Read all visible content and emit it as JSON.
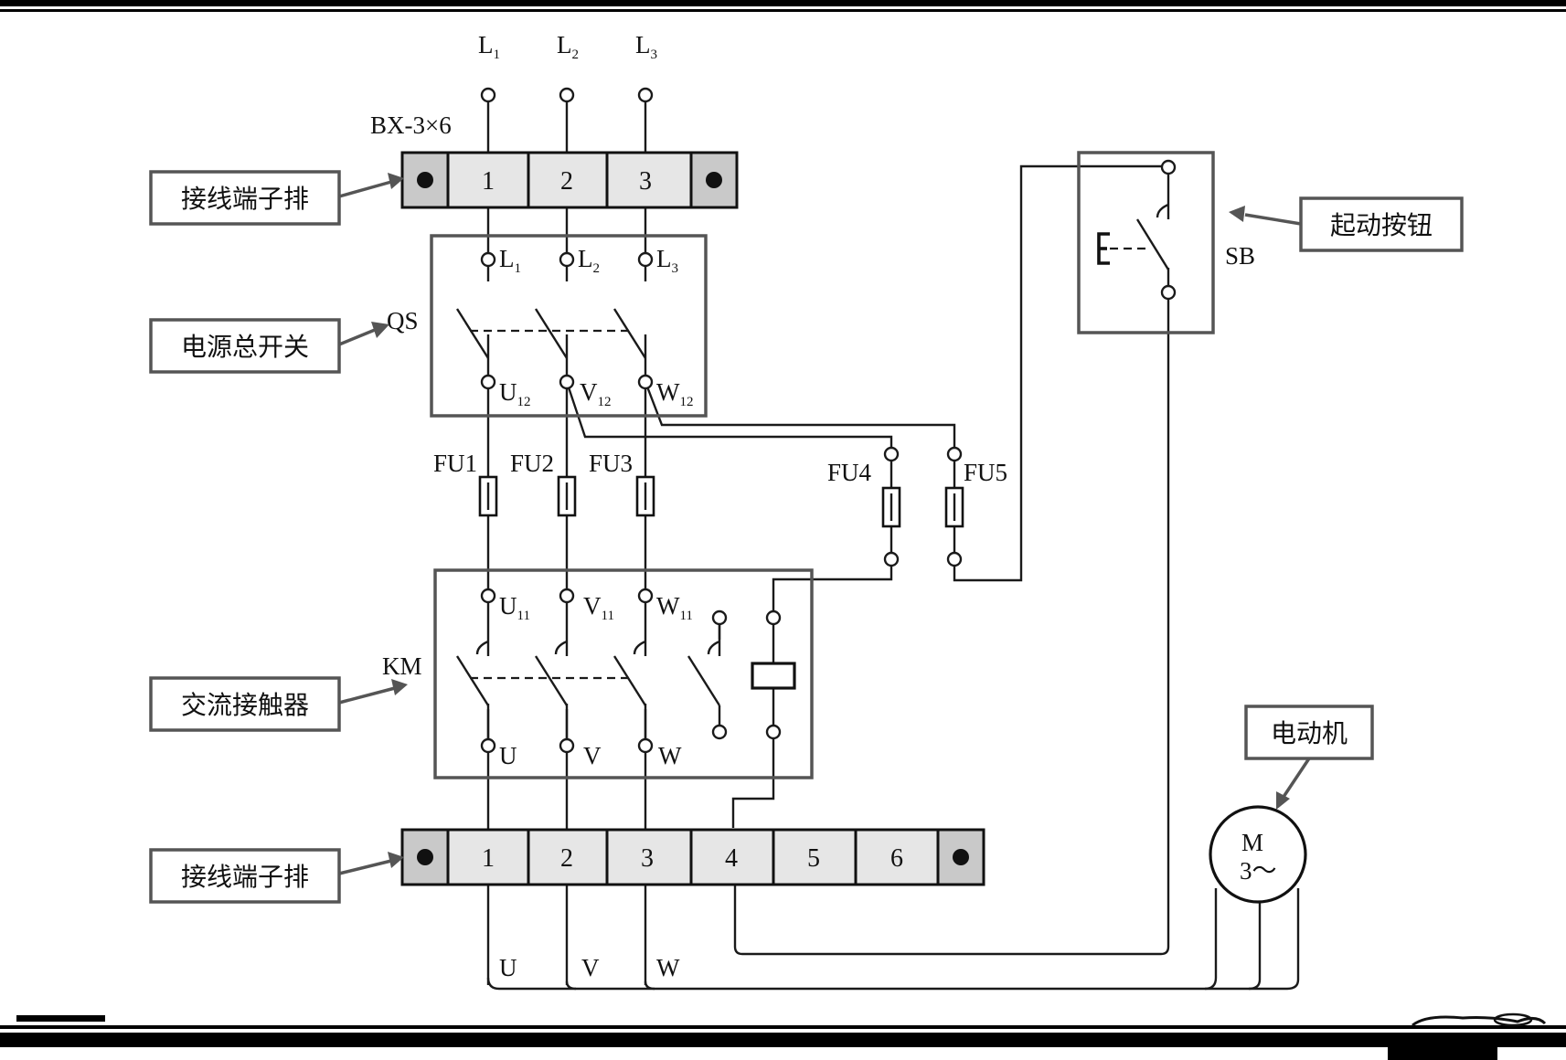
{
  "supply": {
    "l1": "L",
    "l1_sub": "1",
    "l2": "L",
    "l2_sub": "2",
    "l3": "L",
    "l3_sub": "3"
  },
  "top_strip": {
    "model": "BX-3×6",
    "terminals": [
      "1",
      "2",
      "3"
    ]
  },
  "qs": {
    "code": "QS",
    "in_labels": [
      {
        "main": "L",
        "sub": "1"
      },
      {
        "main": "L",
        "sub": "2"
      },
      {
        "main": "L",
        "sub": "3"
      }
    ],
    "out_labels": [
      {
        "main": "U",
        "sub": "12"
      },
      {
        "main": "V",
        "sub": "12"
      },
      {
        "main": "W",
        "sub": "12"
      }
    ]
  },
  "fuses": {
    "fu1": "FU1",
    "fu2": "FU2",
    "fu3": "FU3",
    "fu4": "FU4",
    "fu5": "FU5"
  },
  "km": {
    "code": "KM",
    "in_labels": [
      {
        "main": "U",
        "sub": "11"
      },
      {
        "main": "V",
        "sub": "11"
      },
      {
        "main": "W",
        "sub": "11"
      }
    ],
    "out_labels": [
      "U",
      "V",
      "W"
    ]
  },
  "sb": {
    "code": "SB"
  },
  "bottom_strip": {
    "terminals": [
      "1",
      "2",
      "3",
      "4",
      "5",
      "6"
    ]
  },
  "motor": {
    "line1": "M",
    "line2": "3～"
  },
  "bottom_phase_labels": [
    "U",
    "V",
    "W"
  ],
  "callouts": {
    "terminal_strip_top": "接线端子排",
    "main_switch": "电源总开关",
    "contactor": "交流接触器",
    "terminal_strip_bottom": "接线端子排",
    "start_button": "起动按钮",
    "motor": "电动机"
  }
}
